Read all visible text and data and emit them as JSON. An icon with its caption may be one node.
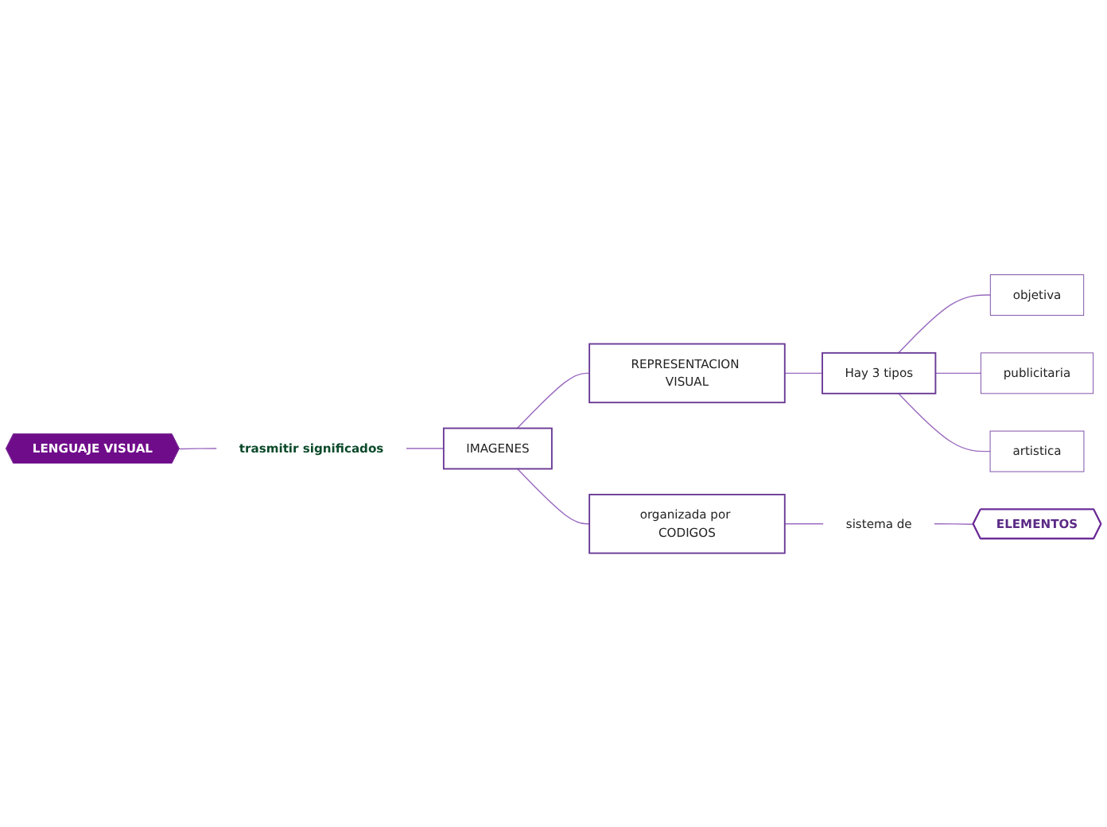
{
  "diagram": {
    "nodes": [
      {
        "text": [
          "LENGUAJE VISUAL"
        ]
      },
      {
        "text": [
          "trasmitir significados"
        ]
      },
      {
        "text": [
          "IMAGENES"
        ]
      },
      {
        "text": [
          "REPRESENTACION VISUAL"
        ]
      },
      {
        "text": [
          "Hay 3 tipos"
        ]
      },
      {
        "text": [
          "objetiva"
        ]
      },
      {
        "text": [
          "publicitaria"
        ]
      },
      {
        "text": [
          "artistica"
        ]
      },
      {
        "text": [
          "organizada por CODIGOS"
        ]
      },
      {
        "text": [
          "sistema de"
        ]
      },
      {
        "text": [
          "ELEMENTOS"
        ]
      }
    ],
    "edges": [
      {
        "from": 0,
        "to": 1,
        "arrow": "none"
      },
      {
        "from": 1,
        "to": 2,
        "arrow": "none"
      },
      {
        "from": 2,
        "to": 3,
        "arrow": "none"
      },
      {
        "from": 3,
        "to": 4,
        "arrow": "none"
      },
      {
        "from": 4,
        "to": 5,
        "arrow": "none"
      },
      {
        "from": 4,
        "to": 6,
        "arrow": "none"
      },
      {
        "from": 4,
        "to": 7,
        "arrow": "none"
      },
      {
        "from": 2,
        "to": 8,
        "arrow": "none"
      },
      {
        "from": 8,
        "to": 9,
        "arrow": "none"
      },
      {
        "from": 9,
        "to": 10,
        "arrow": "none"
      }
    ]
  }
}
